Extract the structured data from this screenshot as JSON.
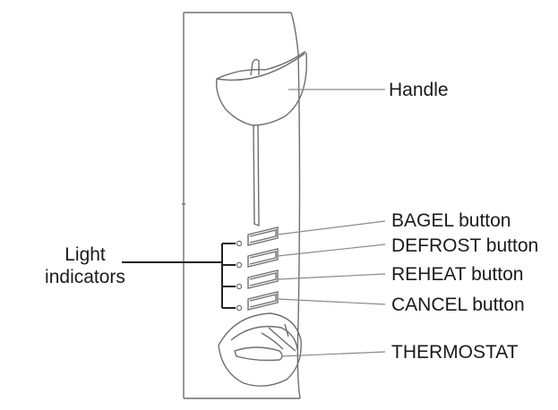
{
  "labels": {
    "handle": "Handle",
    "bagel": "BAGEL button",
    "defrost": "DEFROST button",
    "reheat": "REHEAT button",
    "cancel": "CANCEL button",
    "thermostat": "THERMOSTAT",
    "light_line1": "Light",
    "light_line2": "indicators"
  },
  "colors": {
    "stroke": "#6e6e6e",
    "leader": "#8a8a8a",
    "text": "#1a1a1a",
    "bracket": "#222222"
  }
}
